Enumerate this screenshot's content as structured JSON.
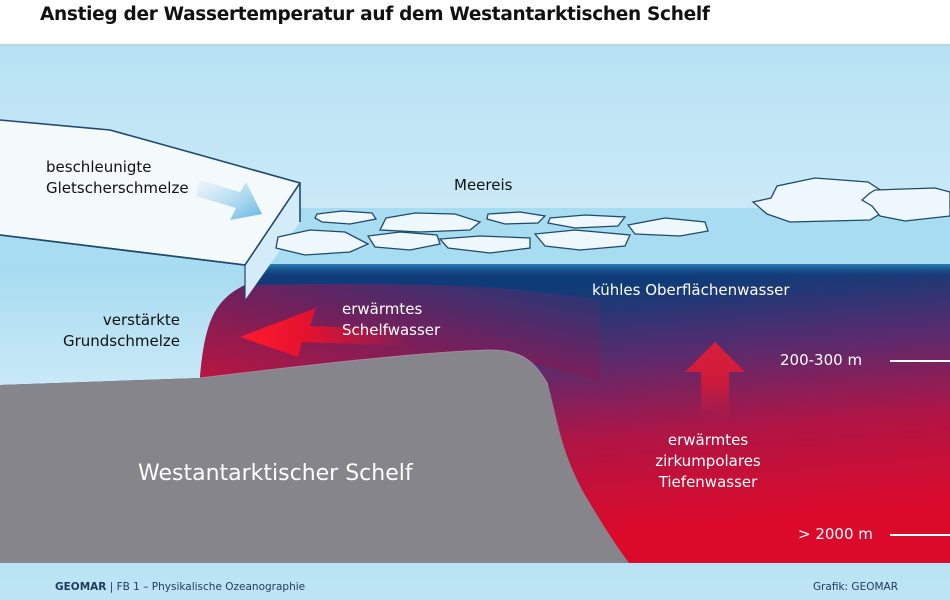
{
  "title": "Anstieg der Wassertemperatur auf dem Westantarktischen Schelf",
  "labels": {
    "glacier_melt": [
      "beschleunigte",
      "Gletscherschmelze"
    ],
    "sea_ice": "Meereis",
    "basal_melt": [
      "verstärkte",
      "Grundschmelze"
    ],
    "shelf_water": [
      "erwärmtes",
      "Schelfwasser"
    ],
    "surface_water": "kühles Oberflächenwasser",
    "depth_shallow": "200-300 m",
    "deep_water": [
      "erwärmtes",
      "zirkumpolares",
      "Tiefenwasser"
    ],
    "depth_deep": "> 2000 m",
    "shelf": "Westantarktischer Schelf"
  },
  "footer": {
    "org": "GEOMAR",
    "department": " | FB 1 – Physikalische Ozeanographie",
    "credit": "Grafik: GEOMAR"
  },
  "colors": {
    "sky_blue": "#b9e3f4",
    "surface_water_blue": "#0f3c78",
    "warm_red": "#d8102e",
    "shelf_gray": "#84848a",
    "ice_white": "#f4f9fc",
    "ice_outline": "#1d4a6e"
  }
}
